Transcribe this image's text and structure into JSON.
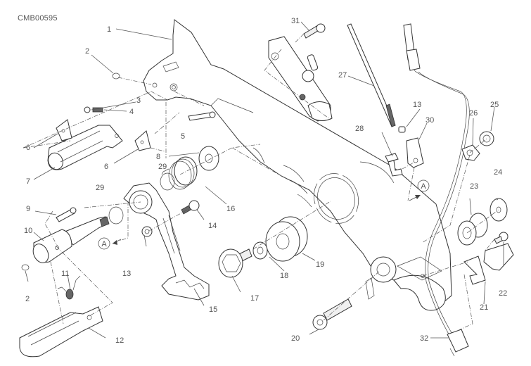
{
  "diagram": {
    "code": "CMB00595",
    "ref_marker": "A",
    "callouts": [
      {
        "id": "c1",
        "text": "1"
      },
      {
        "id": "c2a",
        "text": "2"
      },
      {
        "id": "c2b",
        "text": "2"
      },
      {
        "id": "c3",
        "text": "3"
      },
      {
        "id": "c4",
        "text": "4"
      },
      {
        "id": "c5",
        "text": "5"
      },
      {
        "id": "c6a",
        "text": "6"
      },
      {
        "id": "c6b",
        "text": "6"
      },
      {
        "id": "c7",
        "text": "7"
      },
      {
        "id": "c8",
        "text": "8"
      },
      {
        "id": "c9",
        "text": "9"
      },
      {
        "id": "c10",
        "text": "10"
      },
      {
        "id": "c11",
        "text": "11"
      },
      {
        "id": "c12",
        "text": "12"
      },
      {
        "id": "c13a",
        "text": "13"
      },
      {
        "id": "c13b",
        "text": "13"
      },
      {
        "id": "c14",
        "text": "14"
      },
      {
        "id": "c15",
        "text": "15"
      },
      {
        "id": "c16",
        "text": "16"
      },
      {
        "id": "c17",
        "text": "17"
      },
      {
        "id": "c18",
        "text": "18"
      },
      {
        "id": "c19",
        "text": "19"
      },
      {
        "id": "c20",
        "text": "20"
      },
      {
        "id": "c21",
        "text": "21"
      },
      {
        "id": "c22",
        "text": "22"
      },
      {
        "id": "c23",
        "text": "23"
      },
      {
        "id": "c24",
        "text": "24"
      },
      {
        "id": "c25",
        "text": "25"
      },
      {
        "id": "c26",
        "text": "26"
      },
      {
        "id": "c27",
        "text": "27"
      },
      {
        "id": "c28",
        "text": "28"
      },
      {
        "id": "c29a",
        "text": "29"
      },
      {
        "id": "c29b",
        "text": "29"
      },
      {
        "id": "c30",
        "text": "30"
      },
      {
        "id": "c31",
        "text": "31"
      },
      {
        "id": "c32",
        "text": "32"
      }
    ]
  }
}
